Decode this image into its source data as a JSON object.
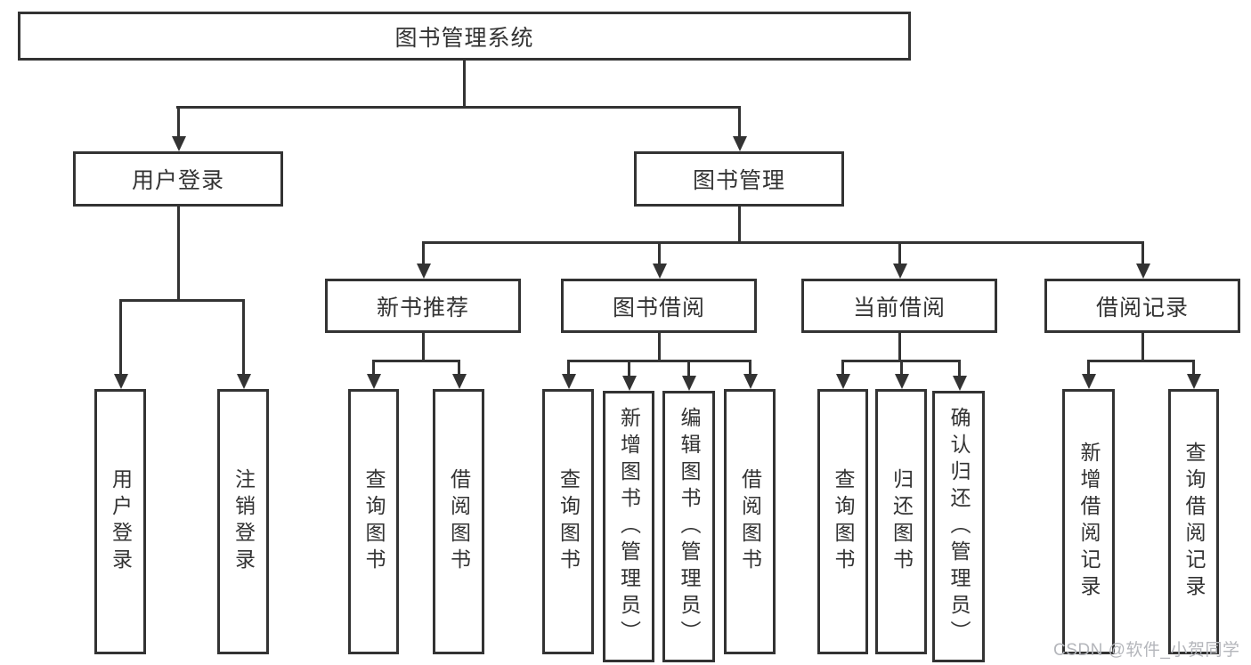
{
  "diagram_title": "图书管理系统",
  "colors": {
    "line": "#333333",
    "box_border": "#333333",
    "text": "#333333",
    "background": "#ffffff",
    "watermark": "#b4b6bb"
  },
  "tree": {
    "root": {
      "label": "图书管理系统"
    },
    "branches": [
      {
        "label": "用户登录",
        "children": [
          {
            "label": "用户登录"
          },
          {
            "label": "注销登录"
          }
        ]
      },
      {
        "label": "图书管理",
        "children": [
          {
            "label": "新书推荐",
            "children": [
              {
                "label": "查询图书"
              },
              {
                "label": "借阅图书"
              }
            ]
          },
          {
            "label": "图书借阅",
            "children": [
              {
                "label": "查询图书"
              },
              {
                "label": "新增图书（管理员）"
              },
              {
                "label": "编辑图书（管理员）"
              },
              {
                "label": "借阅图书"
              }
            ]
          },
          {
            "label": "当前借阅",
            "children": [
              {
                "label": "查询图书"
              },
              {
                "label": "归还图书"
              },
              {
                "label": "确认归还（管理员）"
              }
            ]
          },
          {
            "label": "借阅记录",
            "children": [
              {
                "label": "新增借阅记录"
              },
              {
                "label": "查询借阅记录"
              }
            ]
          }
        ]
      }
    ]
  },
  "watermark": {
    "text": "CSDN @软件_小贺同学"
  }
}
